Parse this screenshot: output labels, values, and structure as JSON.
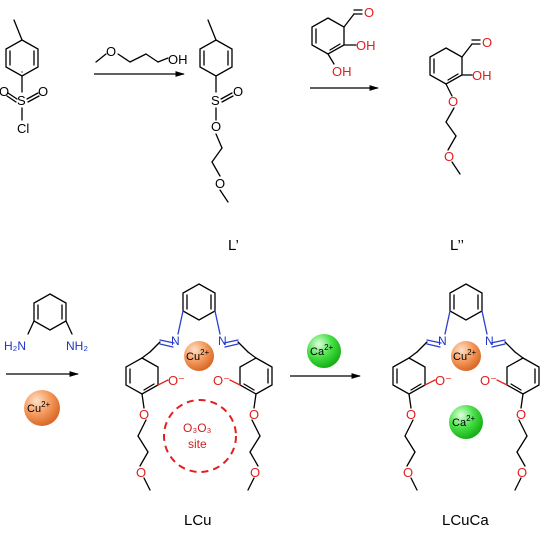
{
  "labels": {
    "L1": "L’",
    "L2": "L’’",
    "LCu": "LCu",
    "LCuCa": "LCuCa"
  },
  "atoms": {
    "S": "S",
    "O": "O",
    "Cl": "Cl",
    "OH": "OH",
    "N": "N",
    "H2N": "H₂N",
    "NH2": "NH₂",
    "O_minus": "O⁻"
  },
  "ions": {
    "cu": "Cu",
    "cu_charge": "2+",
    "ca": "Ca",
    "ca_charge": "2+"
  },
  "site": {
    "line1": "O₃O₃",
    "line2": "site"
  },
  "colors": {
    "oxygen": "#e02020",
    "nitrogen": "#2a3fd0",
    "cu_ball": "#f08a4b",
    "ca_ball": "#3fdc3f",
    "site_circle": "#e02020"
  }
}
